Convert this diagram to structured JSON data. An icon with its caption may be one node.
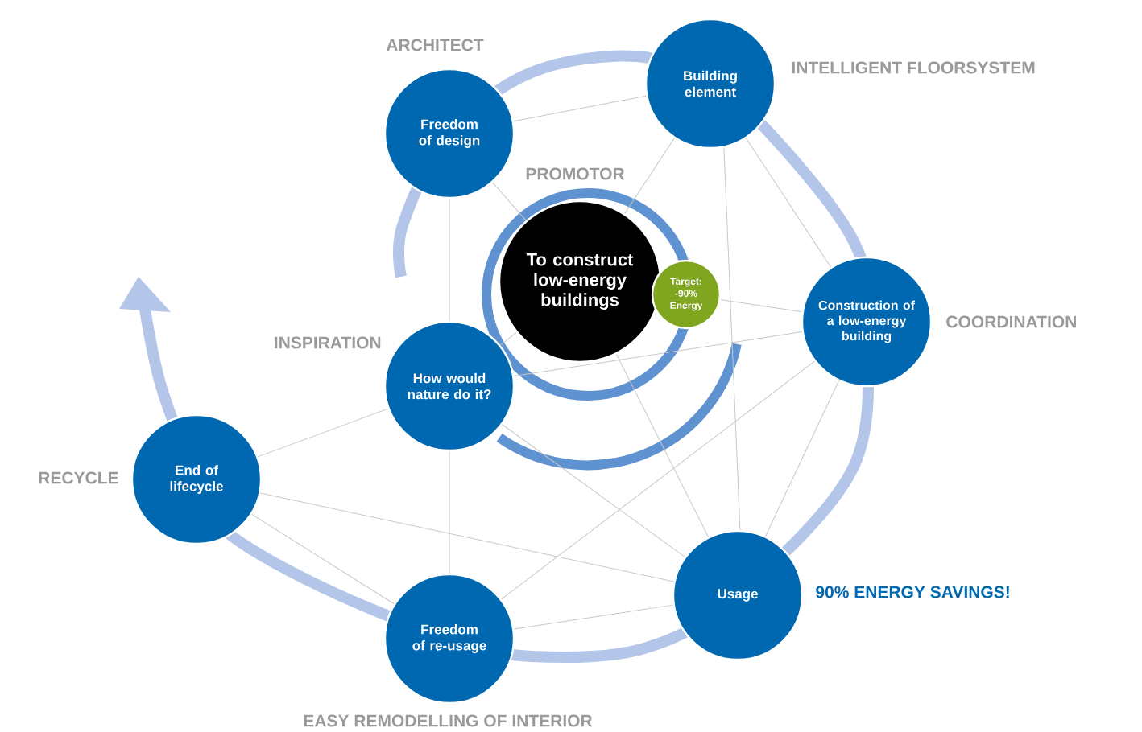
{
  "diagram": {
    "nodes": [
      {
        "text": [
          "Freedom of design"
        ],
        "beside": [
          "ARCHITECT"
        ]
      },
      {
        "text": [
          "Building element"
        ],
        "beside": [
          "INTELLIGENT FLOORSYSTEM"
        ]
      },
      {
        "text": [
          "To construct low-energy buildings"
        ],
        "beside": [
          "PROMOTOR"
        ]
      },
      {
        "text": [
          "Target: -90% Energy"
        ]
      },
      {
        "text": [
          "Construction of a low-energy building"
        ],
        "beside": [
          "COORDINATION"
        ]
      },
      {
        "text": [
          "How would nature do it?"
        ],
        "beside": [
          "INSPIRATION"
        ]
      },
      {
        "text": [
          "End of lifecycle"
        ],
        "beside": [
          "RECYCLE"
        ]
      },
      {
        "text": [
          "Freedom of re-usage"
        ],
        "beside": [
          "EASY REMODELLING OF INTERIOR"
        ]
      },
      {
        "text": [
          "Usage"
        ],
        "beside": [
          "90% ENERGY SAVINGS!"
        ]
      }
    ],
    "edges": [
      {
        "from": 0,
        "to": 1,
        "arrow": "none"
      },
      {
        "from": 0,
        "to": 2,
        "arrow": "none"
      },
      {
        "from": 1,
        "to": 2,
        "arrow": "none"
      },
      {
        "from": 1,
        "to": 4,
        "arrow": "none"
      },
      {
        "from": 1,
        "to": 8,
        "arrow": "none"
      },
      {
        "from": 0,
        "to": 5,
        "arrow": "none"
      },
      {
        "from": 3,
        "to": 4,
        "arrow": "none"
      },
      {
        "from": 5,
        "to": 2,
        "arrow": "none"
      },
      {
        "from": 5,
        "to": 4,
        "arrow": "none"
      },
      {
        "from": 5,
        "to": 6,
        "arrow": "none"
      },
      {
        "from": 5,
        "to": 7,
        "arrow": "none"
      },
      {
        "from": 5,
        "to": 8,
        "arrow": "none"
      },
      {
        "from": 2,
        "to": 8,
        "arrow": "none"
      },
      {
        "from": 6,
        "to": 7,
        "arrow": "none"
      },
      {
        "from": 6,
        "to": 8,
        "arrow": "none"
      },
      {
        "from": 7,
        "to": 4,
        "arrow": "none"
      },
      {
        "from": 7,
        "to": 8,
        "arrow": "none"
      },
      {
        "from": 8,
        "to": 4,
        "arrow": "none"
      }
    ]
  }
}
